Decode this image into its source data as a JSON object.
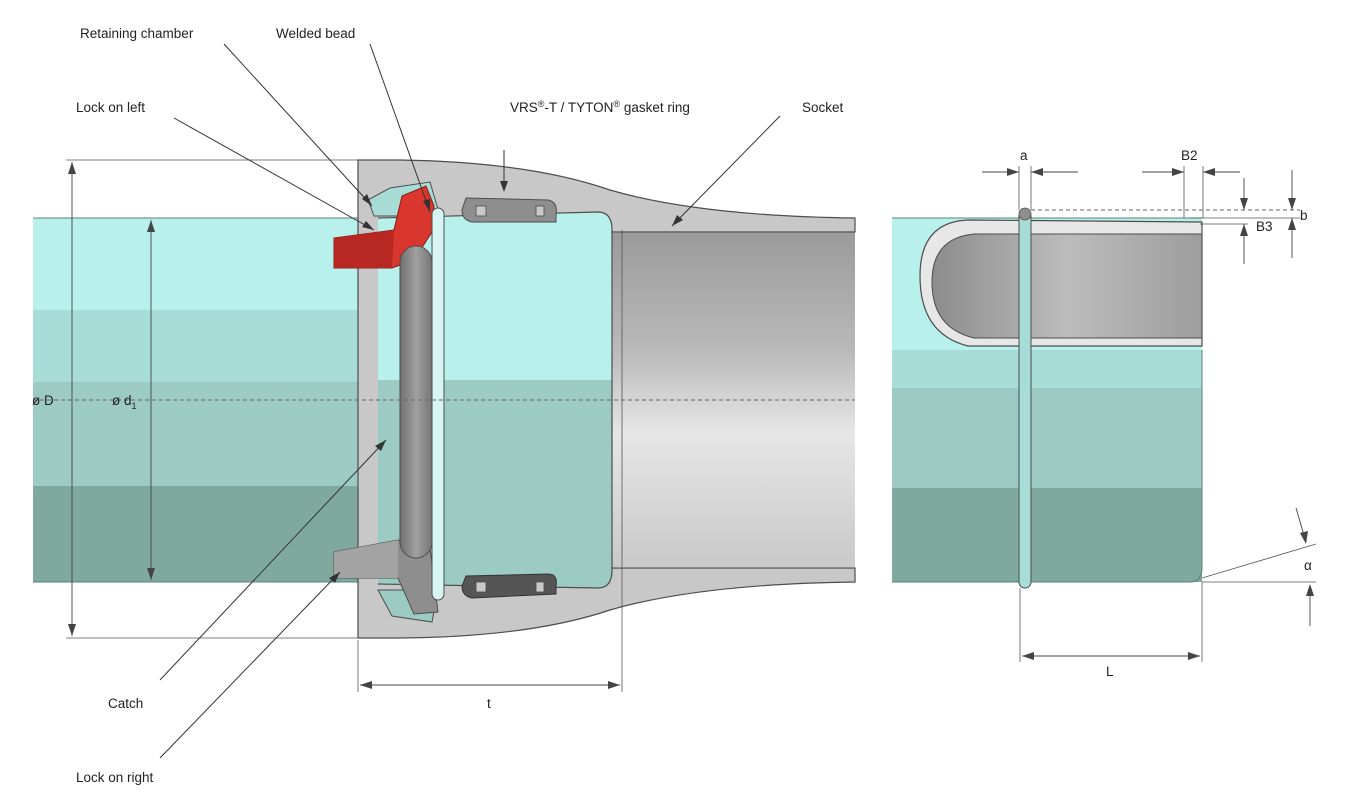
{
  "labels": {
    "retaining_chamber": "Retaining chamber",
    "welded_bead": "Welded bead",
    "lock_on_left": "Lock on left",
    "gasket_ring_pre": "VRS",
    "gasket_ring_mid": "-T / TYTON",
    "gasket_ring_post": " gasket ring",
    "registered_mark": "®",
    "socket": "Socket",
    "catch": "Catch",
    "lock_on_right": "Lock on right"
  },
  "dimensions": {
    "outer_diameter": "ø D",
    "inner_diameter": "ø d",
    "inner_diameter_sub": "1",
    "socket_depth": "t",
    "a": "a",
    "b2": "B2",
    "b": "b",
    "b3": "B3",
    "length": "L",
    "angle": "α"
  },
  "colors": {
    "pipe_light": "#b8f0ec",
    "pipe_mid": "#9ccbc4",
    "pipe_dark": "#7fa89f",
    "socket_grey": "#c8c8c8",
    "bore_grey": "#a7a7a7",
    "lock_red": "#d9362e",
    "catch_grey": "#8e8e8e",
    "outline": "#4d4d4d"
  }
}
